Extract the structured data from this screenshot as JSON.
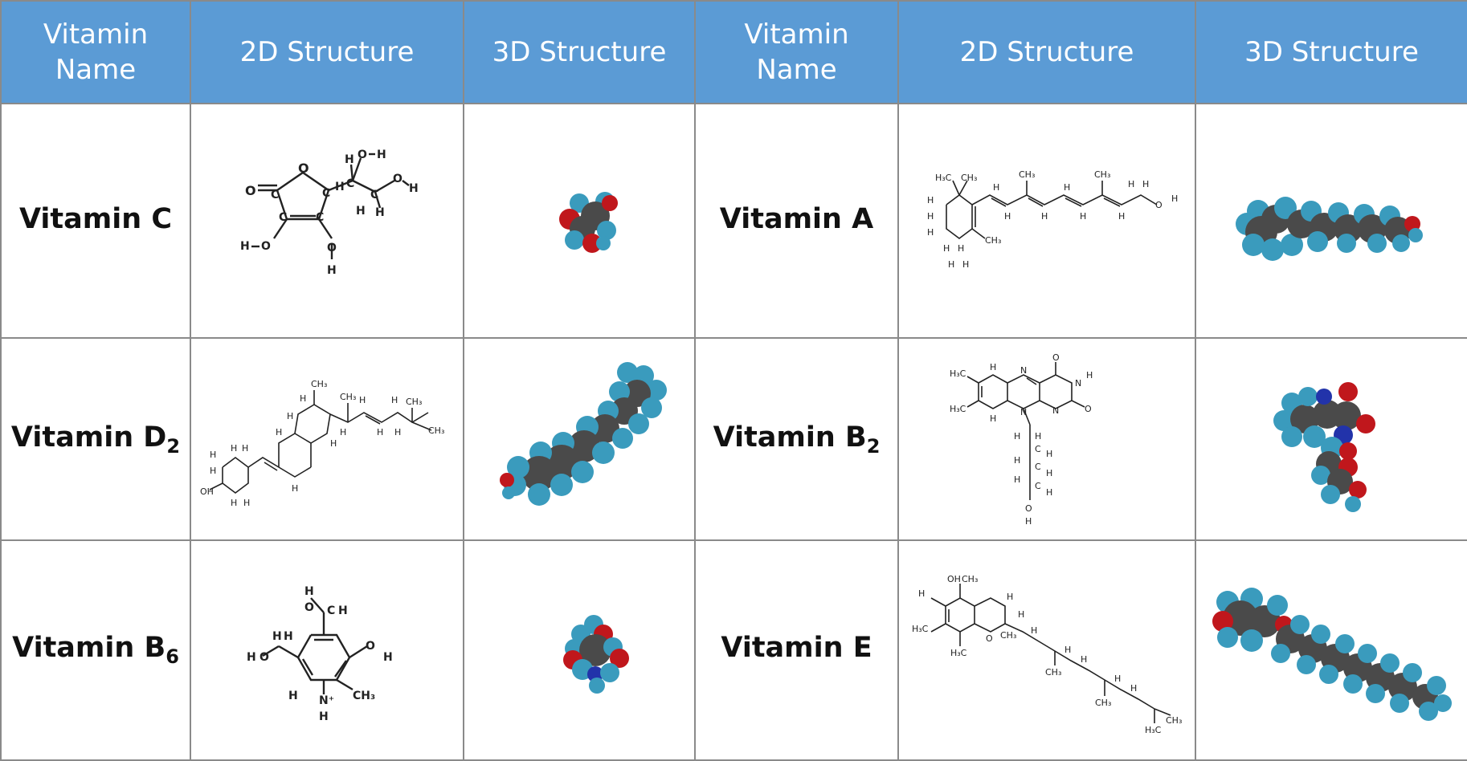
{
  "headers": [
    "Vitamin Name",
    "2D Structure",
    "3D Structure",
    "Vitamin Name",
    "2D Structure",
    "3D Structure"
  ],
  "header_lines": [
    [
      "Vitamin",
      "Name"
    ],
    [
      "2D Structure"
    ],
    [
      "3D Structure"
    ],
    [
      "Vitamin",
      "Name"
    ],
    [
      "2D Structure"
    ],
    [
      "3D Structure"
    ]
  ],
  "rows": [
    {
      "left": {
        "name": "Vitamin C",
        "sub": "",
        "structure_2d": "vitamin-c-2d",
        "structure_3d": "vitamin-c-3d"
      },
      "right": {
        "name": "Vitamin A",
        "sub": "",
        "structure_2d": "vitamin-a-2d",
        "structure_3d": "vitamin-a-3d"
      }
    },
    {
      "left": {
        "name": "Vitamin D",
        "sub": "2",
        "structure_2d": "vitamin-d2-2d",
        "structure_3d": "vitamin-d2-3d"
      },
      "right": {
        "name": "Vitamin B",
        "sub": "2",
        "structure_2d": "vitamin-b2-2d",
        "structure_3d": "vitamin-b2-3d"
      }
    },
    {
      "left": {
        "name": "Vitamin B",
        "sub": "6",
        "structure_2d": "vitamin-b6-2d",
        "structure_3d": "vitamin-b6-3d"
      },
      "right": {
        "name": "Vitamin E",
        "sub": "",
        "structure_2d": "vitamin-e-2d",
        "structure_3d": "vitamin-e-3d"
      }
    }
  ],
  "atom_labels": {
    "O": "O",
    "H": "H",
    "C": "C",
    "N": "N",
    "OH": "OH",
    "CH3": "CH₃",
    "H3C": "H₃C",
    "N_plus": "N⁺"
  },
  "colors": {
    "header_bg": "#5b9bd5",
    "header_text": "#ffffff",
    "grid": "#8a8a8a",
    "atom_carbon": "#4a4a4a",
    "atom_hydrogen": "#3a9bbd",
    "atom_oxygen": "#c0171c",
    "atom_nitrogen": "#2233aa"
  }
}
